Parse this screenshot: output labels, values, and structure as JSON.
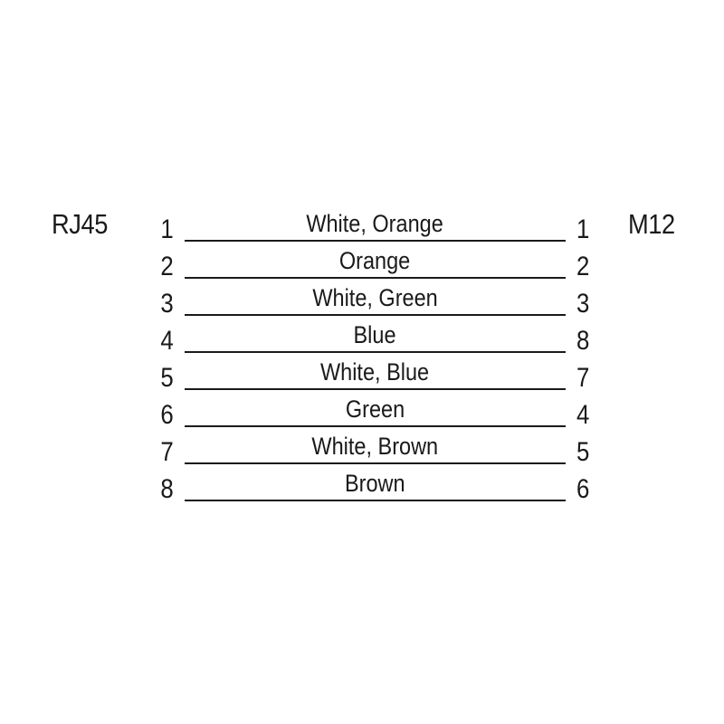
{
  "diagram": {
    "type": "pinout-wiring-diagram",
    "left_connector": "RJ45",
    "right_connector": "M12",
    "line_color": "#1a1a1a",
    "background_color": "#ffffff",
    "connections": [
      {
        "left_pin": "1",
        "label": "White, Orange",
        "right_pin": "1"
      },
      {
        "left_pin": "2",
        "label": "Orange",
        "right_pin": "2"
      },
      {
        "left_pin": "3",
        "label": "White, Green",
        "right_pin": "3"
      },
      {
        "left_pin": "4",
        "label": "Blue",
        "right_pin": "8"
      },
      {
        "left_pin": "5",
        "label": "White, Blue",
        "right_pin": "7"
      },
      {
        "left_pin": "6",
        "label": "Green",
        "right_pin": "4"
      },
      {
        "left_pin": "7",
        "label": "White, Brown",
        "right_pin": "5"
      },
      {
        "left_pin": "8",
        "label": "Brown",
        "right_pin": "6"
      }
    ]
  }
}
